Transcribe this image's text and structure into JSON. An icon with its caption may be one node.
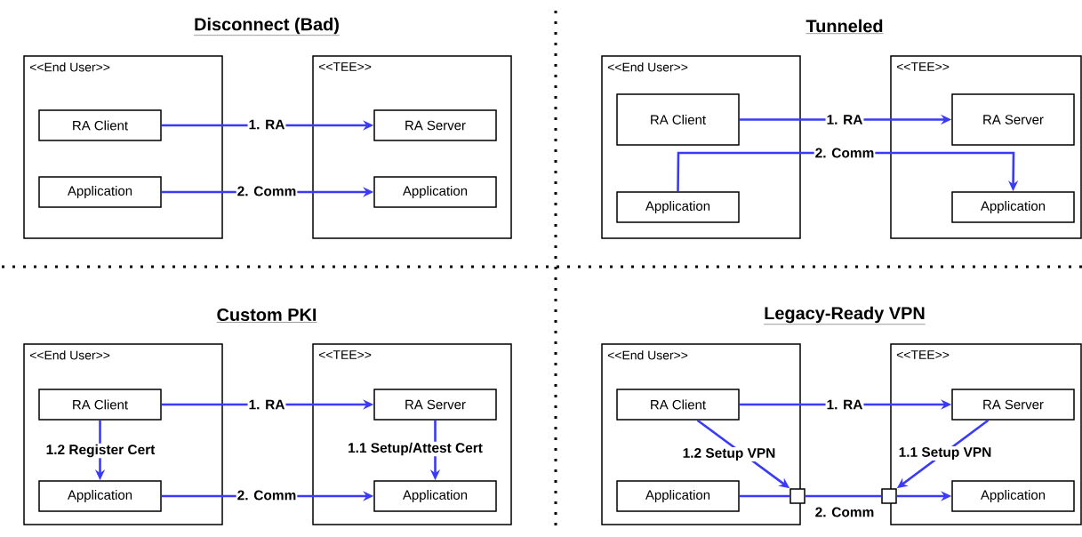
{
  "diagram": {
    "nodes": [
      {
        "text": [
          "<<End User>>"
        ]
      },
      {
        "text": [
          "RA Client"
        ],
        "in": 0
      },
      {
        "text": [
          "Application"
        ],
        "in": 0
      },
      {
        "text": [
          "<<TEE>>"
        ]
      },
      {
        "text": [
          "RA Server"
        ],
        "in": 3
      },
      {
        "text": [
          "Application"
        ],
        "in": 3
      },
      {
        "text": [
          "<<End User>>"
        ]
      },
      {
        "text": [
          "RA Client"
        ],
        "in": 6
      },
      {
        "text": [
          "Application"
        ],
        "in": 6
      },
      {
        "text": [
          "<<TEE>>"
        ]
      },
      {
        "text": [
          "RA Server"
        ],
        "in": 9
      },
      {
        "text": [
          "Application"
        ],
        "in": 9
      },
      {
        "text": [
          "<<End User>>"
        ]
      },
      {
        "text": [
          "RA Client"
        ],
        "in": 12
      },
      {
        "text": [
          "Application"
        ],
        "in": 12
      },
      {
        "text": [
          "<<TEE>>"
        ]
      },
      {
        "text": [
          "RA Server"
        ],
        "in": 15
      },
      {
        "text": [
          "Application"
        ],
        "in": 15
      },
      {
        "text": [
          "<<End User>>"
        ]
      },
      {
        "text": [
          "RA Client"
        ],
        "in": 18
      },
      {
        "text": [
          "Application"
        ],
        "in": 18
      },
      {
        "text": [
          "<<TEE>>"
        ]
      },
      {
        "text": [
          "RA Server"
        ],
        "in": 21
      },
      {
        "text": [
          "Application"
        ],
        "in": 21
      },
      {
        "text": [],
        "shape": "box"
      },
      {
        "text": [],
        "shape": "box"
      }
    ],
    "edges": [
      {
        "from": 1,
        "to": 4,
        "arrow": "to",
        "label": "1. RA"
      },
      {
        "from": 2,
        "to": 5,
        "arrow": "to",
        "label": "2. Comm"
      },
      {
        "from": 7,
        "to": 10,
        "arrow": "to",
        "label": "1. RA"
      },
      {
        "from": 8,
        "to": 11,
        "arrow": "to",
        "label": "2. Comm"
      },
      {
        "from": 13,
        "to": 16,
        "arrow": "to",
        "label": "1. RA"
      },
      {
        "from": 13,
        "to": 14,
        "arrow": "to",
        "label": "1.2 Register Cert"
      },
      {
        "from": 16,
        "to": 17,
        "arrow": "to",
        "label": "1.1 Setup/Attest Cert"
      },
      {
        "from": 14,
        "to": 17,
        "arrow": "to",
        "label": "2. Comm"
      },
      {
        "from": 19,
        "to": 22,
        "arrow": "to",
        "label": "1. RA"
      },
      {
        "from": 19,
        "to": 24,
        "arrow": "to",
        "label": "1.2 Setup VPN"
      },
      {
        "from": 22,
        "to": 25,
        "arrow": "to",
        "label": "1.1 Setup VPN"
      },
      {
        "from": 20,
        "to": 24,
        "arrow": "none"
      },
      {
        "from": 24,
        "to": 25,
        "arrow": "none",
        "label": "2. Comm"
      },
      {
        "from": 25,
        "to": 23,
        "arrow": "to"
      }
    ],
    "labels": [
      "Disconnect (Bad)",
      "Tunneled",
      "Custom PKI",
      "Legacy-Ready VPN"
    ]
  }
}
